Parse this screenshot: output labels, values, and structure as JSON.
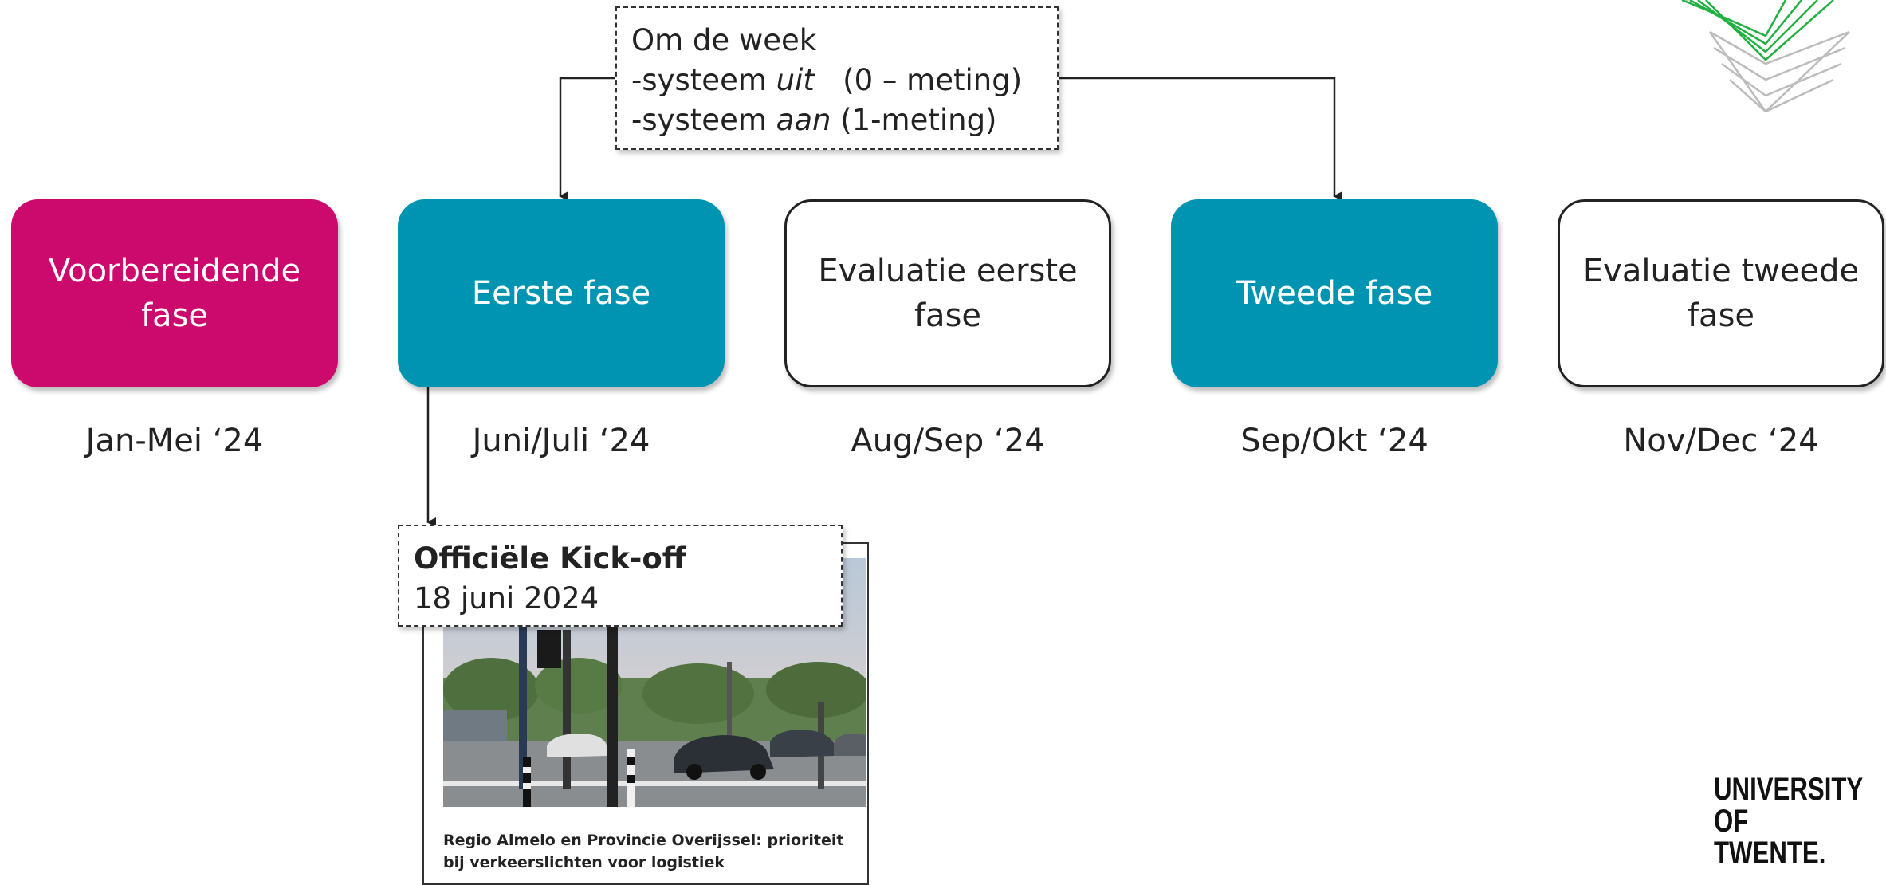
{
  "note_top": {
    "line1": "Om de week",
    "line2_prefix": "-systeem ",
    "line2_italic": "uit",
    "line2_suffix": "   (0 – meting)",
    "line3_prefix": "-systeem ",
    "line3_italic": "aan",
    "line3_suffix": " (1-meting)"
  },
  "phases": [
    {
      "label": "Voorbereidende fase",
      "date": "Jan-Mei ‘24",
      "style": "magenta",
      "color": "#cc0a6e"
    },
    {
      "label": "Eerste fase",
      "date": "Juni/Juli ‘24",
      "style": "teal",
      "color": "#0094b3"
    },
    {
      "label": "Evaluatie eerste fase",
      "date": "Aug/Sep ‘24",
      "style": "white",
      "color": "#ffffff"
    },
    {
      "label": "Tweede fase",
      "date": "Sep/Okt ‘24",
      "style": "teal",
      "color": "#0094b3"
    },
    {
      "label": "Evaluatie tweede fase",
      "date": "Nov/Dec ‘24",
      "style": "white",
      "color": "#ffffff"
    }
  ],
  "kickoff": {
    "title": "Officiële Kick-off",
    "date": "18 juni 2024"
  },
  "article": {
    "caption": "Regio Almelo en Provincie Overijssel: prioriteit bij verkeerslichten voor logistiek"
  },
  "logo": {
    "line1": "UNIVERSITY",
    "line2": "OF TWENTE."
  }
}
